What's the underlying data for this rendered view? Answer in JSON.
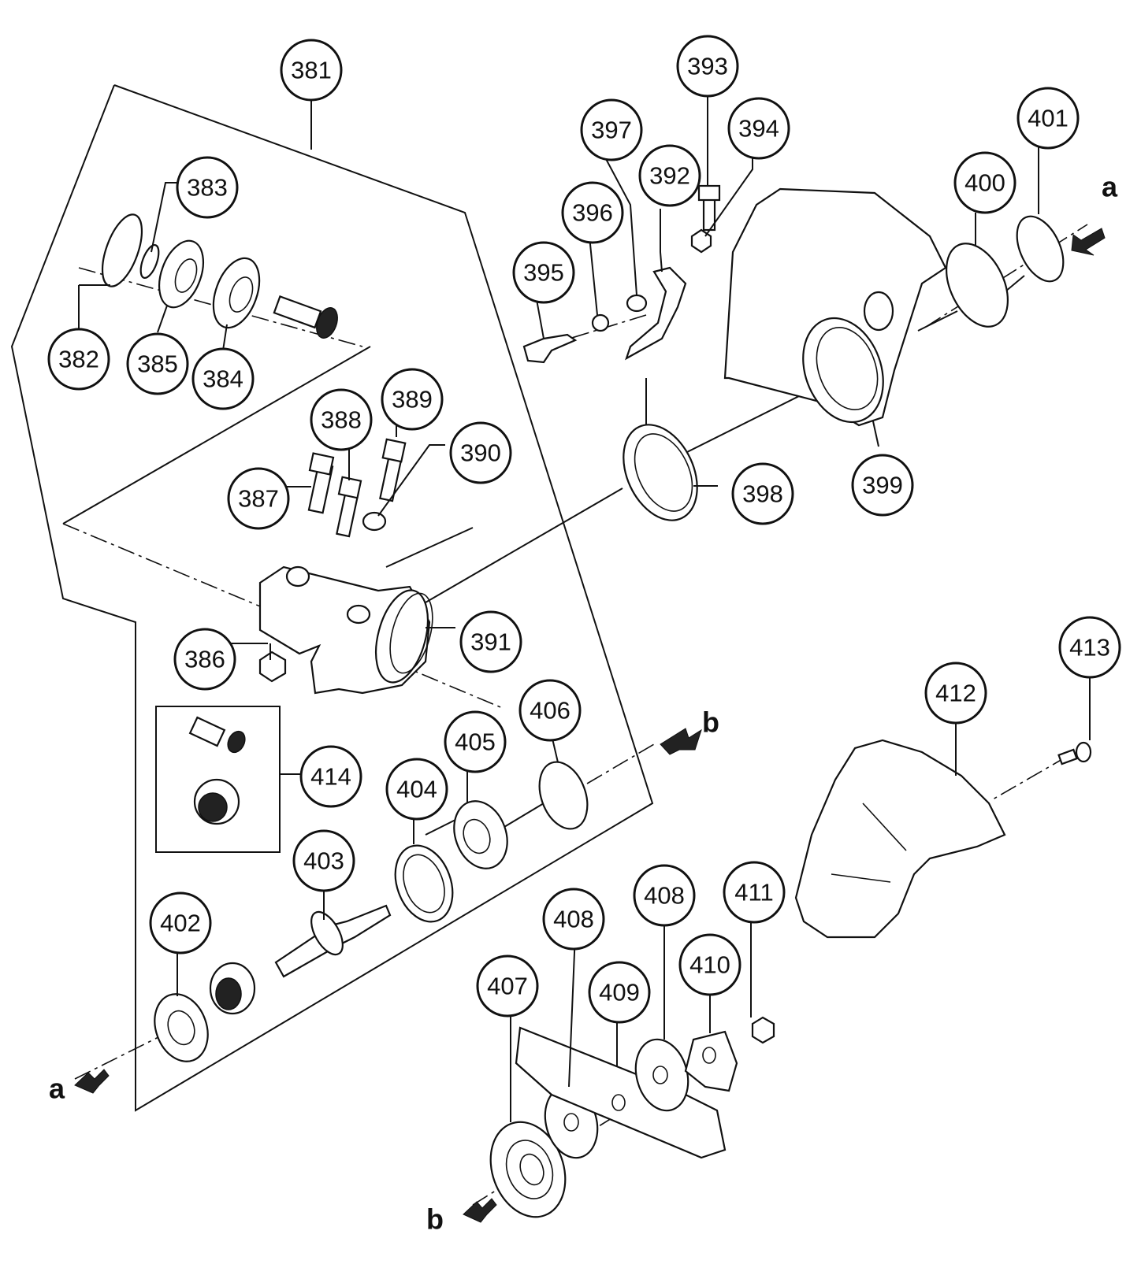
{
  "callouts": [
    {
      "id": "381",
      "label": "381"
    },
    {
      "id": "382",
      "label": "382"
    },
    {
      "id": "383",
      "label": "383"
    },
    {
      "id": "384",
      "label": "384"
    },
    {
      "id": "385",
      "label": "385"
    },
    {
      "id": "386",
      "label": "386"
    },
    {
      "id": "387",
      "label": "387"
    },
    {
      "id": "388",
      "label": "388"
    },
    {
      "id": "389",
      "label": "389"
    },
    {
      "id": "390",
      "label": "390"
    },
    {
      "id": "391",
      "label": "391"
    },
    {
      "id": "392",
      "label": "392"
    },
    {
      "id": "393",
      "label": "393"
    },
    {
      "id": "394",
      "label": "394"
    },
    {
      "id": "395",
      "label": "395"
    },
    {
      "id": "396",
      "label": "396"
    },
    {
      "id": "397",
      "label": "397"
    },
    {
      "id": "398",
      "label": "398"
    },
    {
      "id": "399",
      "label": "399"
    },
    {
      "id": "400",
      "label": "400"
    },
    {
      "id": "401",
      "label": "401"
    },
    {
      "id": "402",
      "label": "402"
    },
    {
      "id": "403",
      "label": "403"
    },
    {
      "id": "404",
      "label": "404"
    },
    {
      "id": "405",
      "label": "405"
    },
    {
      "id": "406",
      "label": "406"
    },
    {
      "id": "407",
      "label": "407"
    },
    {
      "id": "408a",
      "label": "408"
    },
    {
      "id": "408b",
      "label": "408"
    },
    {
      "id": "409",
      "label": "409"
    },
    {
      "id": "410",
      "label": "410"
    },
    {
      "id": "411",
      "label": "411"
    },
    {
      "id": "412",
      "label": "412"
    },
    {
      "id": "413",
      "label": "413"
    },
    {
      "id": "414",
      "label": "414"
    }
  ],
  "flow_markers": [
    {
      "id": "a-top",
      "label": "a"
    },
    {
      "id": "a-bottom",
      "label": "a"
    },
    {
      "id": "b-mid",
      "label": "b"
    },
    {
      "id": "b-bottom",
      "label": "b"
    }
  ]
}
